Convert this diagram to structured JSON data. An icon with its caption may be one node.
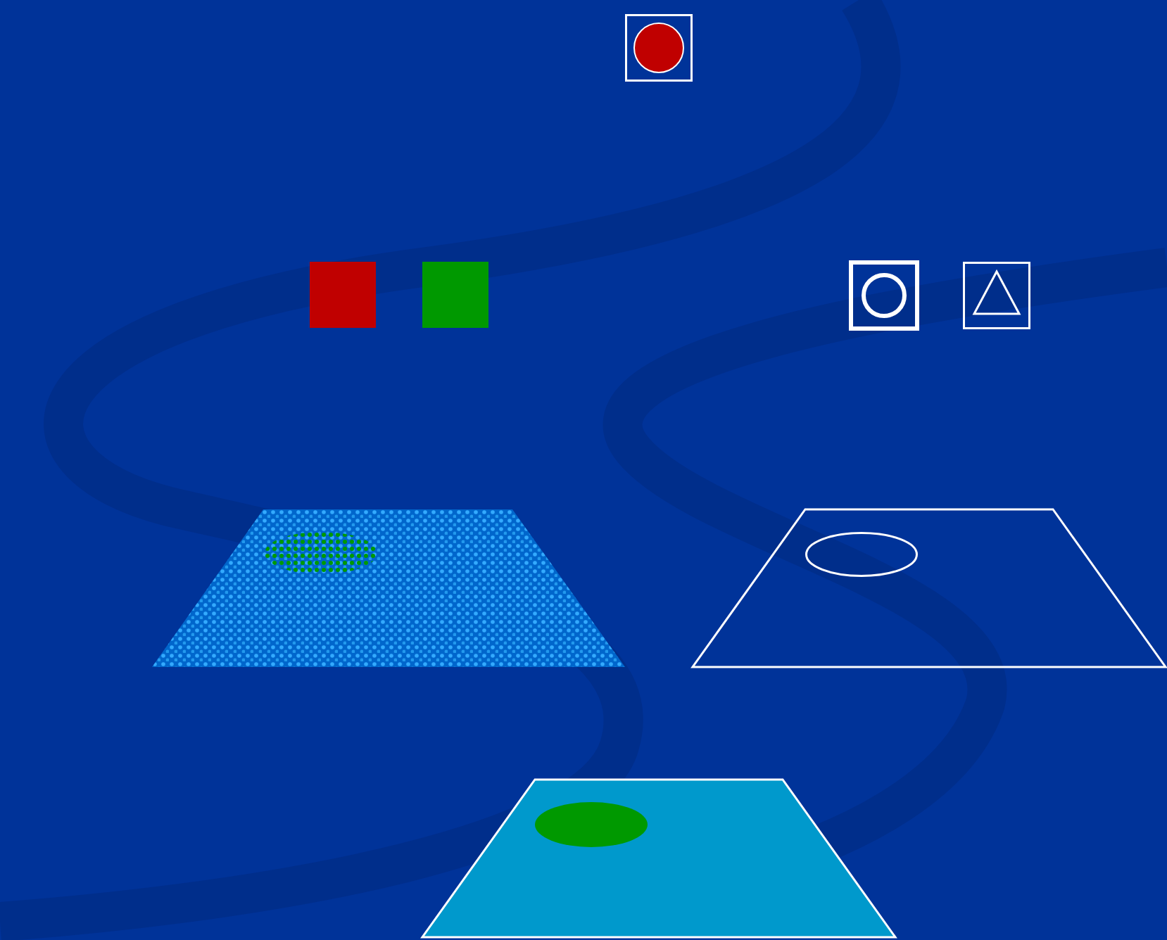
{
  "diagram": {
    "nodes": [
      {
        "text": [],
        "shape": "box"
      },
      {
        "text": [],
        "shape": "circle",
        "in": 0
      },
      {
        "text": [],
        "shape": "box"
      },
      {
        "text": [],
        "shape": "box"
      },
      {
        "text": [],
        "shape": "box"
      },
      {
        "text": [],
        "shape": "circle",
        "in": 4
      },
      {
        "text": [],
        "shape": "box"
      },
      {
        "text": [],
        "shape": "triangle",
        "in": 6
      },
      {
        "text": [],
        "shape": "trapezoid"
      },
      {
        "text": [],
        "shape": "ellipse",
        "in": 8
      },
      {
        "text": [],
        "shape": "trapezoid"
      },
      {
        "text": [],
        "shape": "ellipse",
        "in": 10
      },
      {
        "text": [],
        "shape": "trapezoid"
      },
      {
        "text": [],
        "shape": "ellipse",
        "in": 12
      }
    ]
  }
}
